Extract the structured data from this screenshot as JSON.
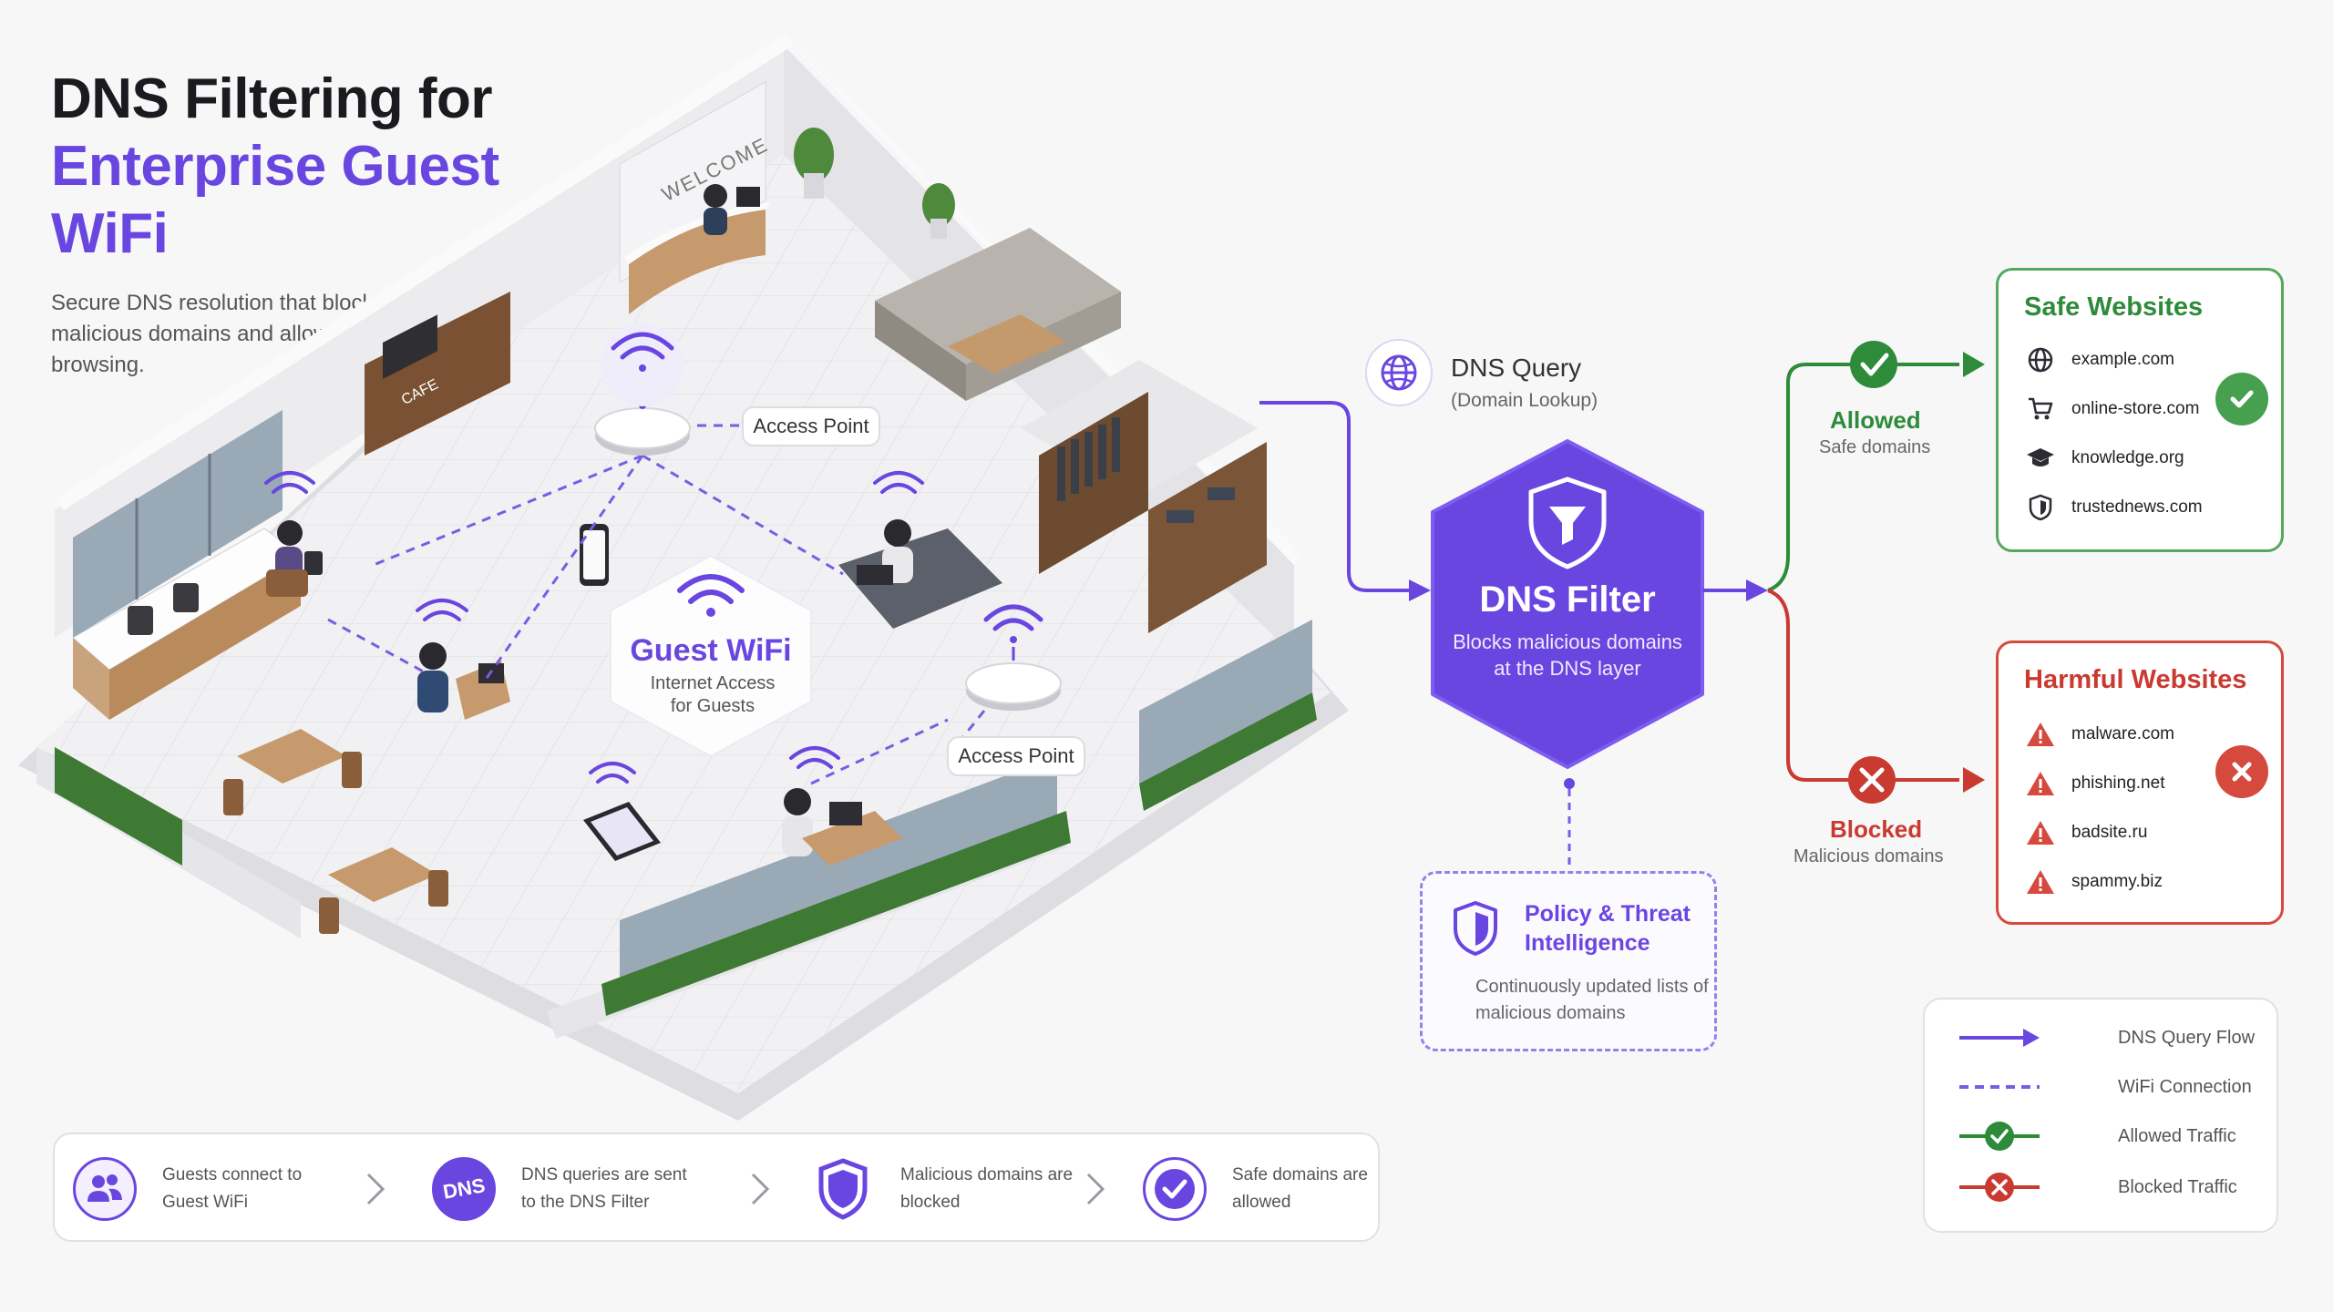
{
  "title": {
    "line1": "DNS Filtering for",
    "line2": "Enterprise Guest WiFi",
    "subtitle": "Secure DNS resolution that blocks malicious domains and allows safe browsing."
  },
  "floorplan": {
    "welcome_sign": "WELCOME",
    "cafe_sign": "CAFE",
    "ap_label_1": "Access Point",
    "ap_label_2": "Access Point",
    "guest_wifi_title": "Guest WiFi",
    "guest_wifi_sub_1": "Internet Access",
    "guest_wifi_sub_2": "for Guests"
  },
  "flow": {
    "query_title": "DNS Query",
    "query_sub": "(Domain Lookup)",
    "filter_title": "DNS Filter",
    "filter_sub": "Blocks malicious domains at the DNS layer",
    "policy_title": "Policy & Threat Intelligence",
    "policy_sub": "Continuously updated lists of malicious domains",
    "allowed_label": "Allowed",
    "allowed_sub": "Safe domains",
    "blocked_label": "Blocked",
    "blocked_sub": "Malicious domains"
  },
  "safe_sites": {
    "title": "Safe Websites",
    "items": [
      {
        "icon": "globe-icon",
        "domain": "example.com"
      },
      {
        "icon": "cart-icon",
        "domain": "online-store.com"
      },
      {
        "icon": "graduation-cap-icon",
        "domain": "knowledge.org"
      },
      {
        "icon": "shield-icon",
        "domain": "trustednews.com"
      }
    ]
  },
  "harmful_sites": {
    "title": "Harmful Websites",
    "items": [
      {
        "icon": "warning-icon",
        "domain": "malware.com"
      },
      {
        "icon": "warning-icon",
        "domain": "phishing.net"
      },
      {
        "icon": "warning-icon",
        "domain": "badsite.ru"
      },
      {
        "icon": "warning-icon",
        "domain": "spammy.biz"
      }
    ]
  },
  "legend": {
    "items": [
      {
        "swatch": "solid-arrow",
        "label": "DNS Query Flow"
      },
      {
        "swatch": "dashed-line",
        "label": "WiFi Connection"
      },
      {
        "swatch": "green-check",
        "label": "Allowed Traffic"
      },
      {
        "swatch": "red-x",
        "label": "Blocked Traffic"
      }
    ]
  },
  "steps": [
    {
      "icon": "users-icon",
      "text": "Guests connect to Guest WiFi"
    },
    {
      "icon": "dns-icon",
      "icon_text": "DNS",
      "text": "DNS queries are sent to the DNS Filter"
    },
    {
      "icon": "shield-icon",
      "text": "Malicious domains are blocked"
    },
    {
      "icon": "check-circle-icon",
      "text": "Safe domains are allowed"
    }
  ],
  "colors": {
    "purple": "#6a46e0",
    "purple_dashed": "#7a5ce6",
    "green": "#2e8b3a",
    "red": "#c93a30"
  }
}
